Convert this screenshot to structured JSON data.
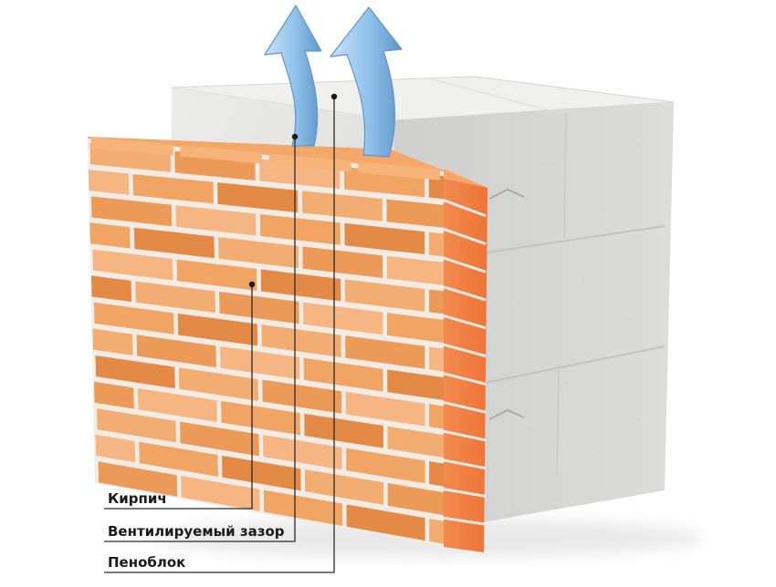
{
  "labels": {
    "brick": "Кирпич",
    "air_gap": "Вентилируемый зазор",
    "foam_block": "Пеноблок"
  },
  "colors": {
    "brick_front": "#f0a565",
    "brick_dark": "#e48a47",
    "brick_top": "#f6b47a",
    "brick_side": "#f07b40",
    "mortar": "#f3ece4",
    "block_front": "#e1e1df",
    "block_top": "#eeeeec",
    "block_side": "#d2d2d0",
    "arrow_fill": "#8fc0ea",
    "arrow_stroke": "#5f96c8",
    "leader_line": "#2a2a2a",
    "label_text": "#1a1a1a"
  },
  "icons": {
    "airflow": "upward-airflow-arrow-icon"
  }
}
